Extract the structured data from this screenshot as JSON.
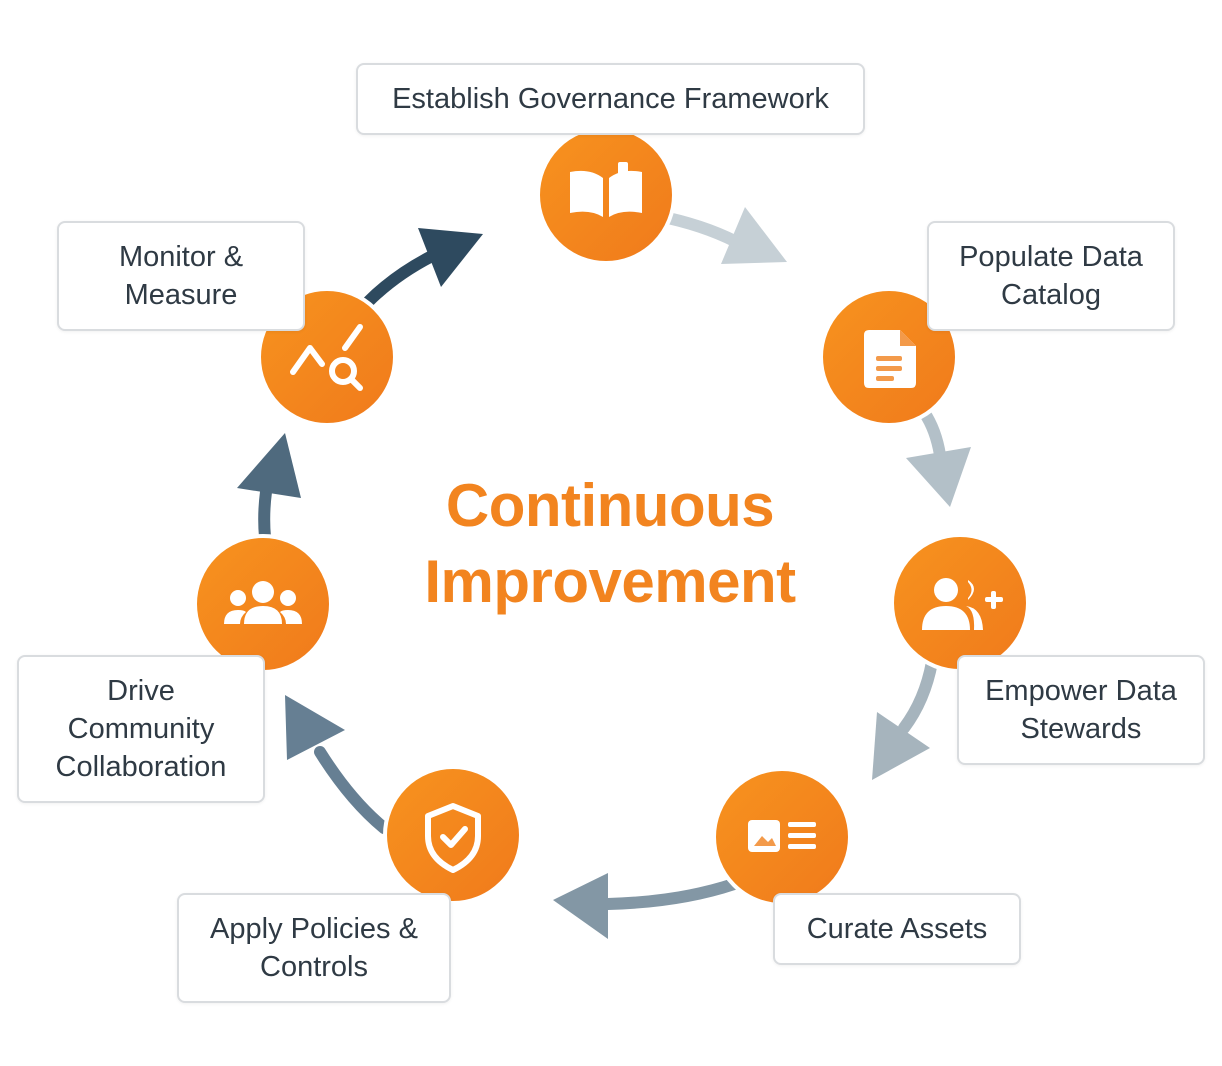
{
  "title": "Continuous Improvement",
  "colors": {
    "accent_orange": "#f7931e",
    "accent_orange_dark": "#f07a1c",
    "arrow_navy": "#2e4a5f",
    "arrow_slate": "#627c90",
    "arrow_gray": "#90a1ad",
    "arrow_light": "#c6d0d6",
    "label_text": "#2f3a44",
    "label_border": "#d9dcdf"
  },
  "steps": [
    {
      "label": "Establish Governance Framework",
      "icon": "book-icon"
    },
    {
      "label": "Populate Data Catalog",
      "icon": "document-icon"
    },
    {
      "label": "Empower Data Stewards",
      "icon": "user-add-icon"
    },
    {
      "label": "Curate Assets",
      "icon": "asset-card-icon"
    },
    {
      "label": "Apply Policies & Controls",
      "icon": "shield-check-icon"
    },
    {
      "label": "Drive Community Collaboration",
      "icon": "users-group-icon"
    },
    {
      "label": "Monitor & Measure",
      "icon": "chart-search-icon"
    }
  ]
}
